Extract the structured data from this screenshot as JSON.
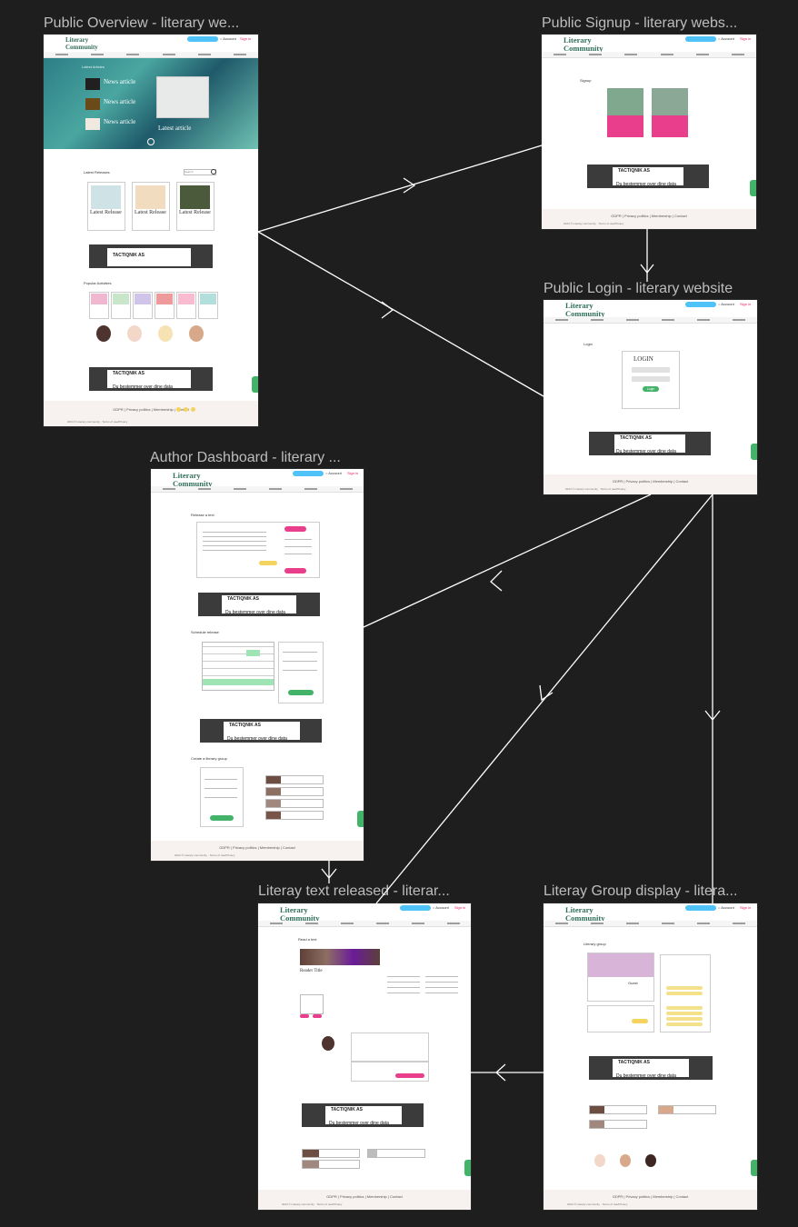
{
  "frames": [
    {
      "id": "overview",
      "title": "Public Overview - literary we..."
    },
    {
      "id": "signup",
      "title": "Public Signup - literary webs..."
    },
    {
      "id": "login",
      "title": "Public Login - literary website"
    },
    {
      "id": "author",
      "title": "Author Dashboard - literary ..."
    },
    {
      "id": "released",
      "title": "Literay text released - literar..."
    },
    {
      "id": "group",
      "title": "Literay Group display - litera..."
    }
  ],
  "common": {
    "logo_line1": "Literary",
    "logo_line2": "Community",
    "ad_brand": "TACTIQNIK AS",
    "ad_caption": "Du bestemmer over dine data",
    "footer_links": "GDPR  |  Privacy politics  |  Membership  |  Contact",
    "footer_copy": "2024 © Literary community · Terms of use/Privacy"
  },
  "overview": {
    "hero_section": "Latest Articles",
    "news": [
      "News article",
      "News article",
      "News article"
    ],
    "latest_article": "Latest article",
    "releases_heading": "Latest Releases",
    "search_placeholder": "Search",
    "releases": [
      "Latest Release",
      "Latest Release",
      "Latest Release"
    ],
    "activities_heading": "Popular Activities"
  },
  "signup": {
    "heading": "Signup"
  },
  "login": {
    "heading": "Login",
    "box_title": "LOGIN",
    "button": "Login"
  },
  "author": {
    "release_heading": "Release a text",
    "calendar_heading": "Schedule release",
    "group_heading": "Create a literary group"
  },
  "released": {
    "heading": "Read a text",
    "reader_title": "Reader Title"
  },
  "group": {
    "heading": "Literary group",
    "box_title": "Guest"
  },
  "colors": {
    "background": "#1e1e1e",
    "brand_green": "#2f6e57",
    "accent_blue": "#4fc3f7",
    "accent_pink": "#e91e63",
    "cta_green": "#43b36a",
    "yellow": "#f4d35e"
  }
}
